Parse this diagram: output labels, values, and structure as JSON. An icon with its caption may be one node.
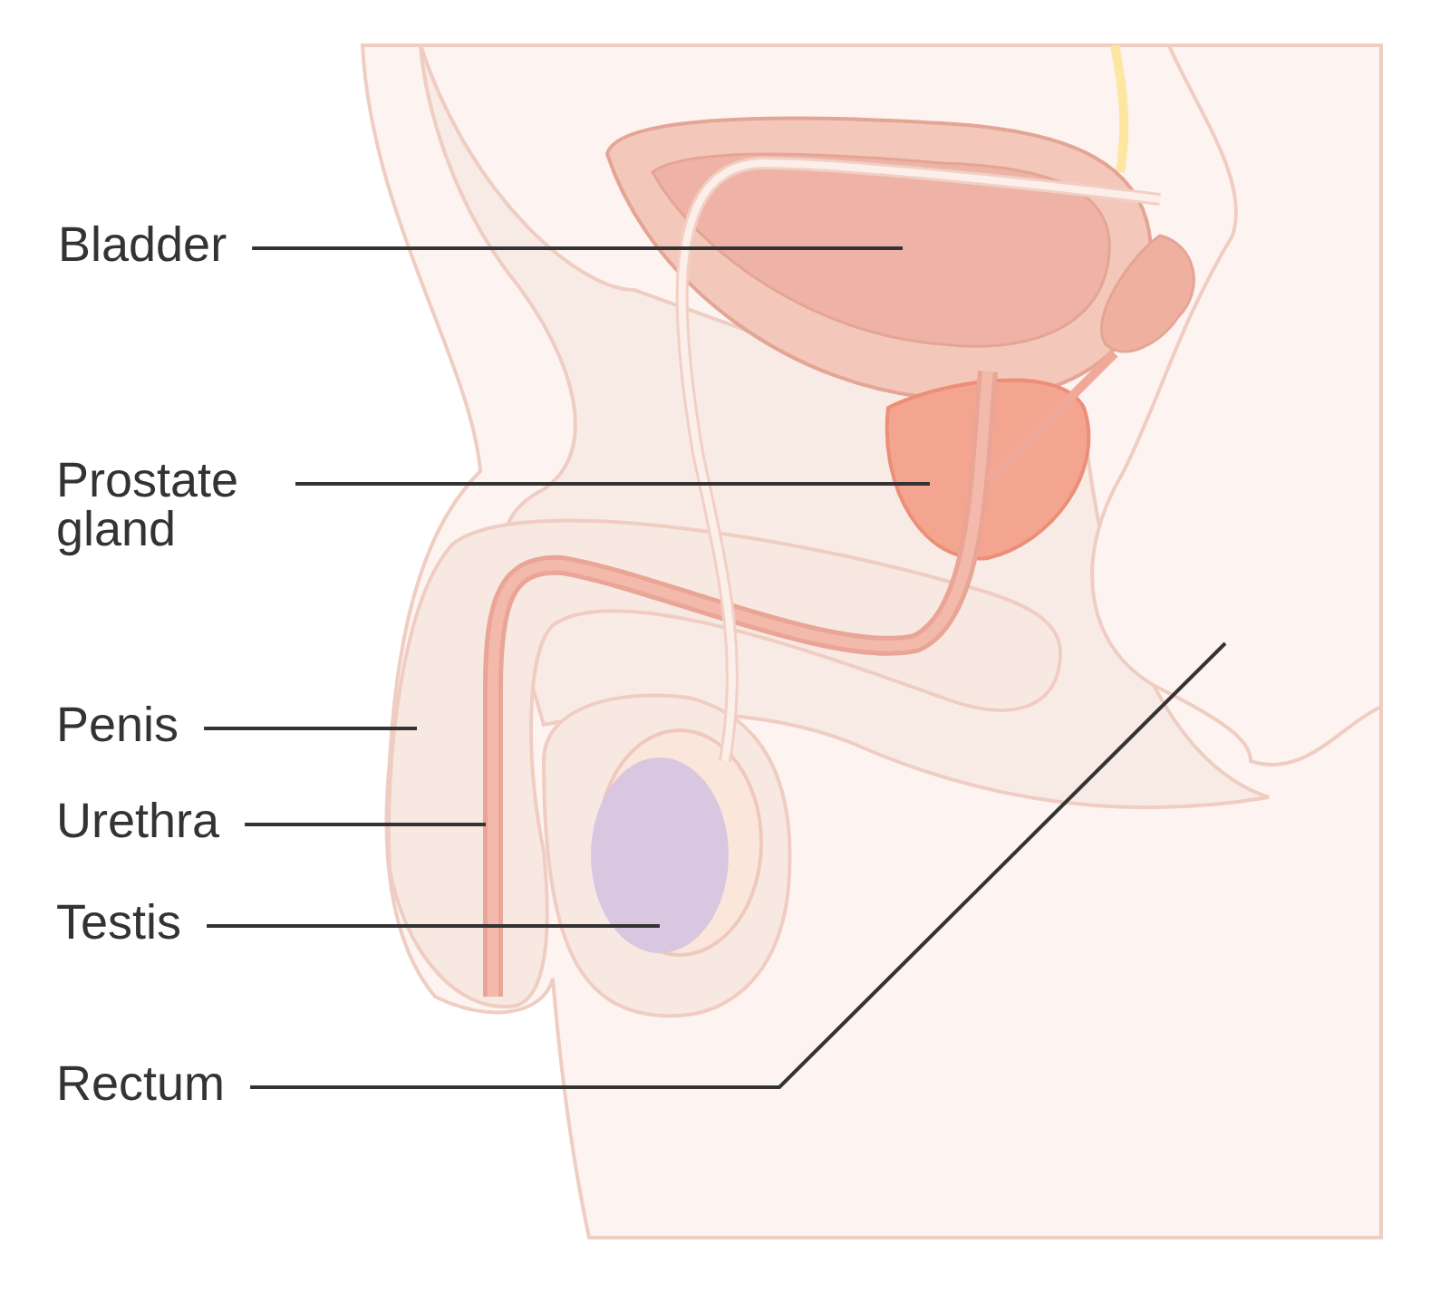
{
  "diagram": {
    "nodes": [
      {
        "text": [
          "Bladder"
        ]
      },
      {
        "text": [
          "Prostate gland"
        ]
      },
      {
        "text": [
          "Penis"
        ]
      },
      {
        "text": [
          "Urethra"
        ]
      },
      {
        "text": [
          "Testis"
        ]
      },
      {
        "text": [
          "Rectum"
        ]
      }
    ],
    "edges": [
      {
        "from": 0,
        "to": null,
        "arrow": "none"
      },
      {
        "from": 1,
        "to": null,
        "arrow": "none"
      },
      {
        "from": 2,
        "to": null,
        "arrow": "none"
      },
      {
        "from": 3,
        "to": null,
        "arrow": "none"
      },
      {
        "from": 4,
        "to": null,
        "arrow": "none"
      },
      {
        "from": 5,
        "to": null,
        "arrow": "none"
      }
    ]
  }
}
